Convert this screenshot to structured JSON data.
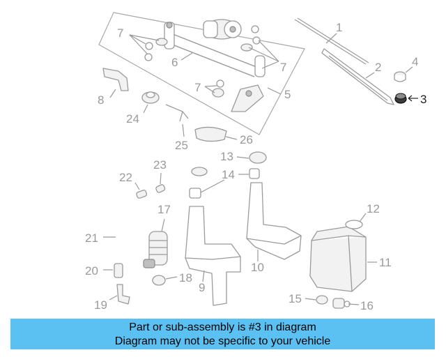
{
  "colors": {
    "banner": "#5bc0f2",
    "highlight": "#222222",
    "linework": "#9a9a9a"
  },
  "callouts": {
    "n1": "1",
    "n2": "2",
    "n3": "3",
    "n4": "4",
    "n5": "5",
    "n6": "6",
    "n7a": "7",
    "n7b": "7",
    "n7c": "7",
    "n8": "8",
    "n9": "9",
    "n10": "10",
    "n11": "11",
    "n12": "12",
    "n13": "13",
    "n14": "14",
    "n15": "15",
    "n16": "16",
    "n17": "17",
    "n18": "18",
    "n19": "19",
    "n20": "20",
    "n21": "21",
    "n22": "22",
    "n23": "23",
    "n24": "24",
    "n25": "25",
    "n26": "26"
  },
  "banner": {
    "line1": "Part or sub-assembly is #3 in diagram",
    "line2": "Diagram may not be specific to your vehicle"
  }
}
